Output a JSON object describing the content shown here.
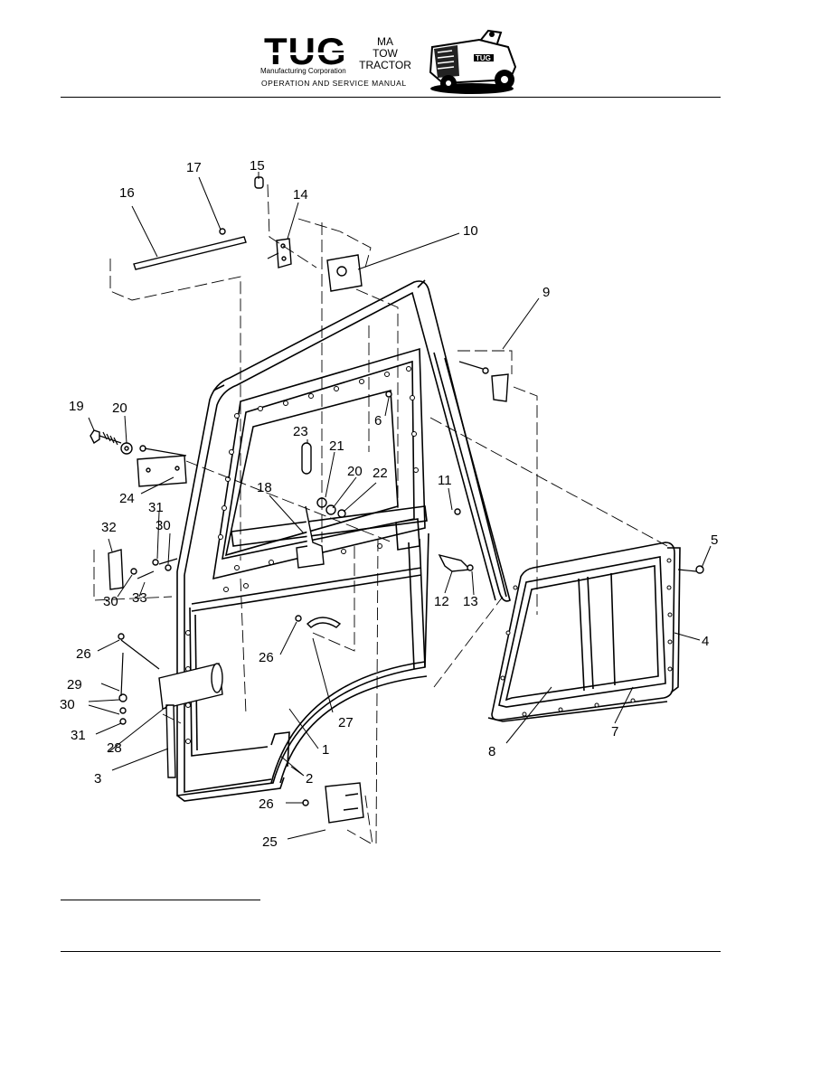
{
  "header": {
    "brand": "TUG",
    "brand_sub": "Manufacturing Corporation",
    "manual_title": "OPERATION AND SERVICE MANUAL",
    "model_lines": [
      "MA",
      "TOW",
      "TRACTOR"
    ],
    "tractor_badge": "TUG"
  },
  "callouts": {
    "c1": "1",
    "c2": "2",
    "c3": "3",
    "c4": "4",
    "c5": "5",
    "c6": "6",
    "c7": "7",
    "c8": "8",
    "c9": "9",
    "c10": "10",
    "c11": "11",
    "c12": "12",
    "c13": "13",
    "c14": "14",
    "c15": "15",
    "c16": "16",
    "c17": "17",
    "c18": "18",
    "c19": "19",
    "c20a": "20",
    "c20b": "20",
    "c21": "21",
    "c22": "22",
    "c23": "23",
    "c24": "24",
    "c25": "25",
    "c26a": "26",
    "c26b": "26",
    "c26c": "26",
    "c27": "27",
    "c28": "28",
    "c29": "29",
    "c30a": "30",
    "c30b": "30",
    "c30c": "30",
    "c31a": "31",
    "c31b": "31",
    "c32": "32",
    "c33": "33"
  }
}
